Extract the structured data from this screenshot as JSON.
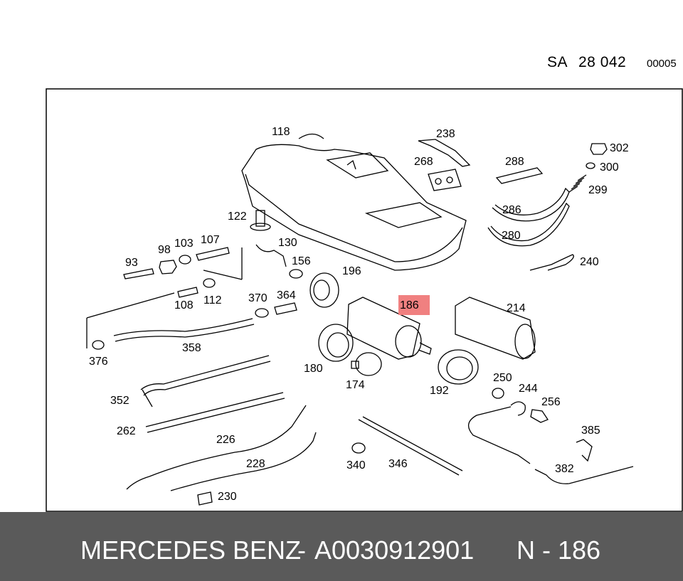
{
  "header": {
    "sheet_prefix": "SA",
    "sheet_number": "28 042",
    "sheet_code": "00005"
  },
  "callouts": {
    "c118": "118",
    "c238": "238",
    "c268": "268",
    "c288": "288",
    "c302": "302",
    "c300": "300",
    "c299": "299",
    "c286": "286",
    "c280": "280",
    "c240": "240",
    "c122": "122",
    "c130": "130",
    "c107": "107",
    "c103": "103",
    "c98": "98",
    "c93": "93",
    "c156": "156",
    "c196": "196",
    "c108": "108",
    "c112": "112",
    "c370": "370",
    "c364": "364",
    "c186": "186",
    "c214": "214",
    "c376": "376",
    "c358": "358",
    "c180": "180",
    "c174": "174",
    "c192": "192",
    "c250": "250",
    "c244": "244",
    "c256": "256",
    "c352": "352",
    "c262": "262",
    "c226": "226",
    "c228": "228",
    "c230": "230",
    "c340": "340",
    "c346": "346",
    "c385": "385",
    "c382": "382"
  },
  "highlight": {
    "callout": "186",
    "color": "#f08080"
  },
  "footer": {
    "brand": "MERCEDES BENZ",
    "separator": "-",
    "part_number": "A0030912901",
    "position_label": "N - 186"
  }
}
